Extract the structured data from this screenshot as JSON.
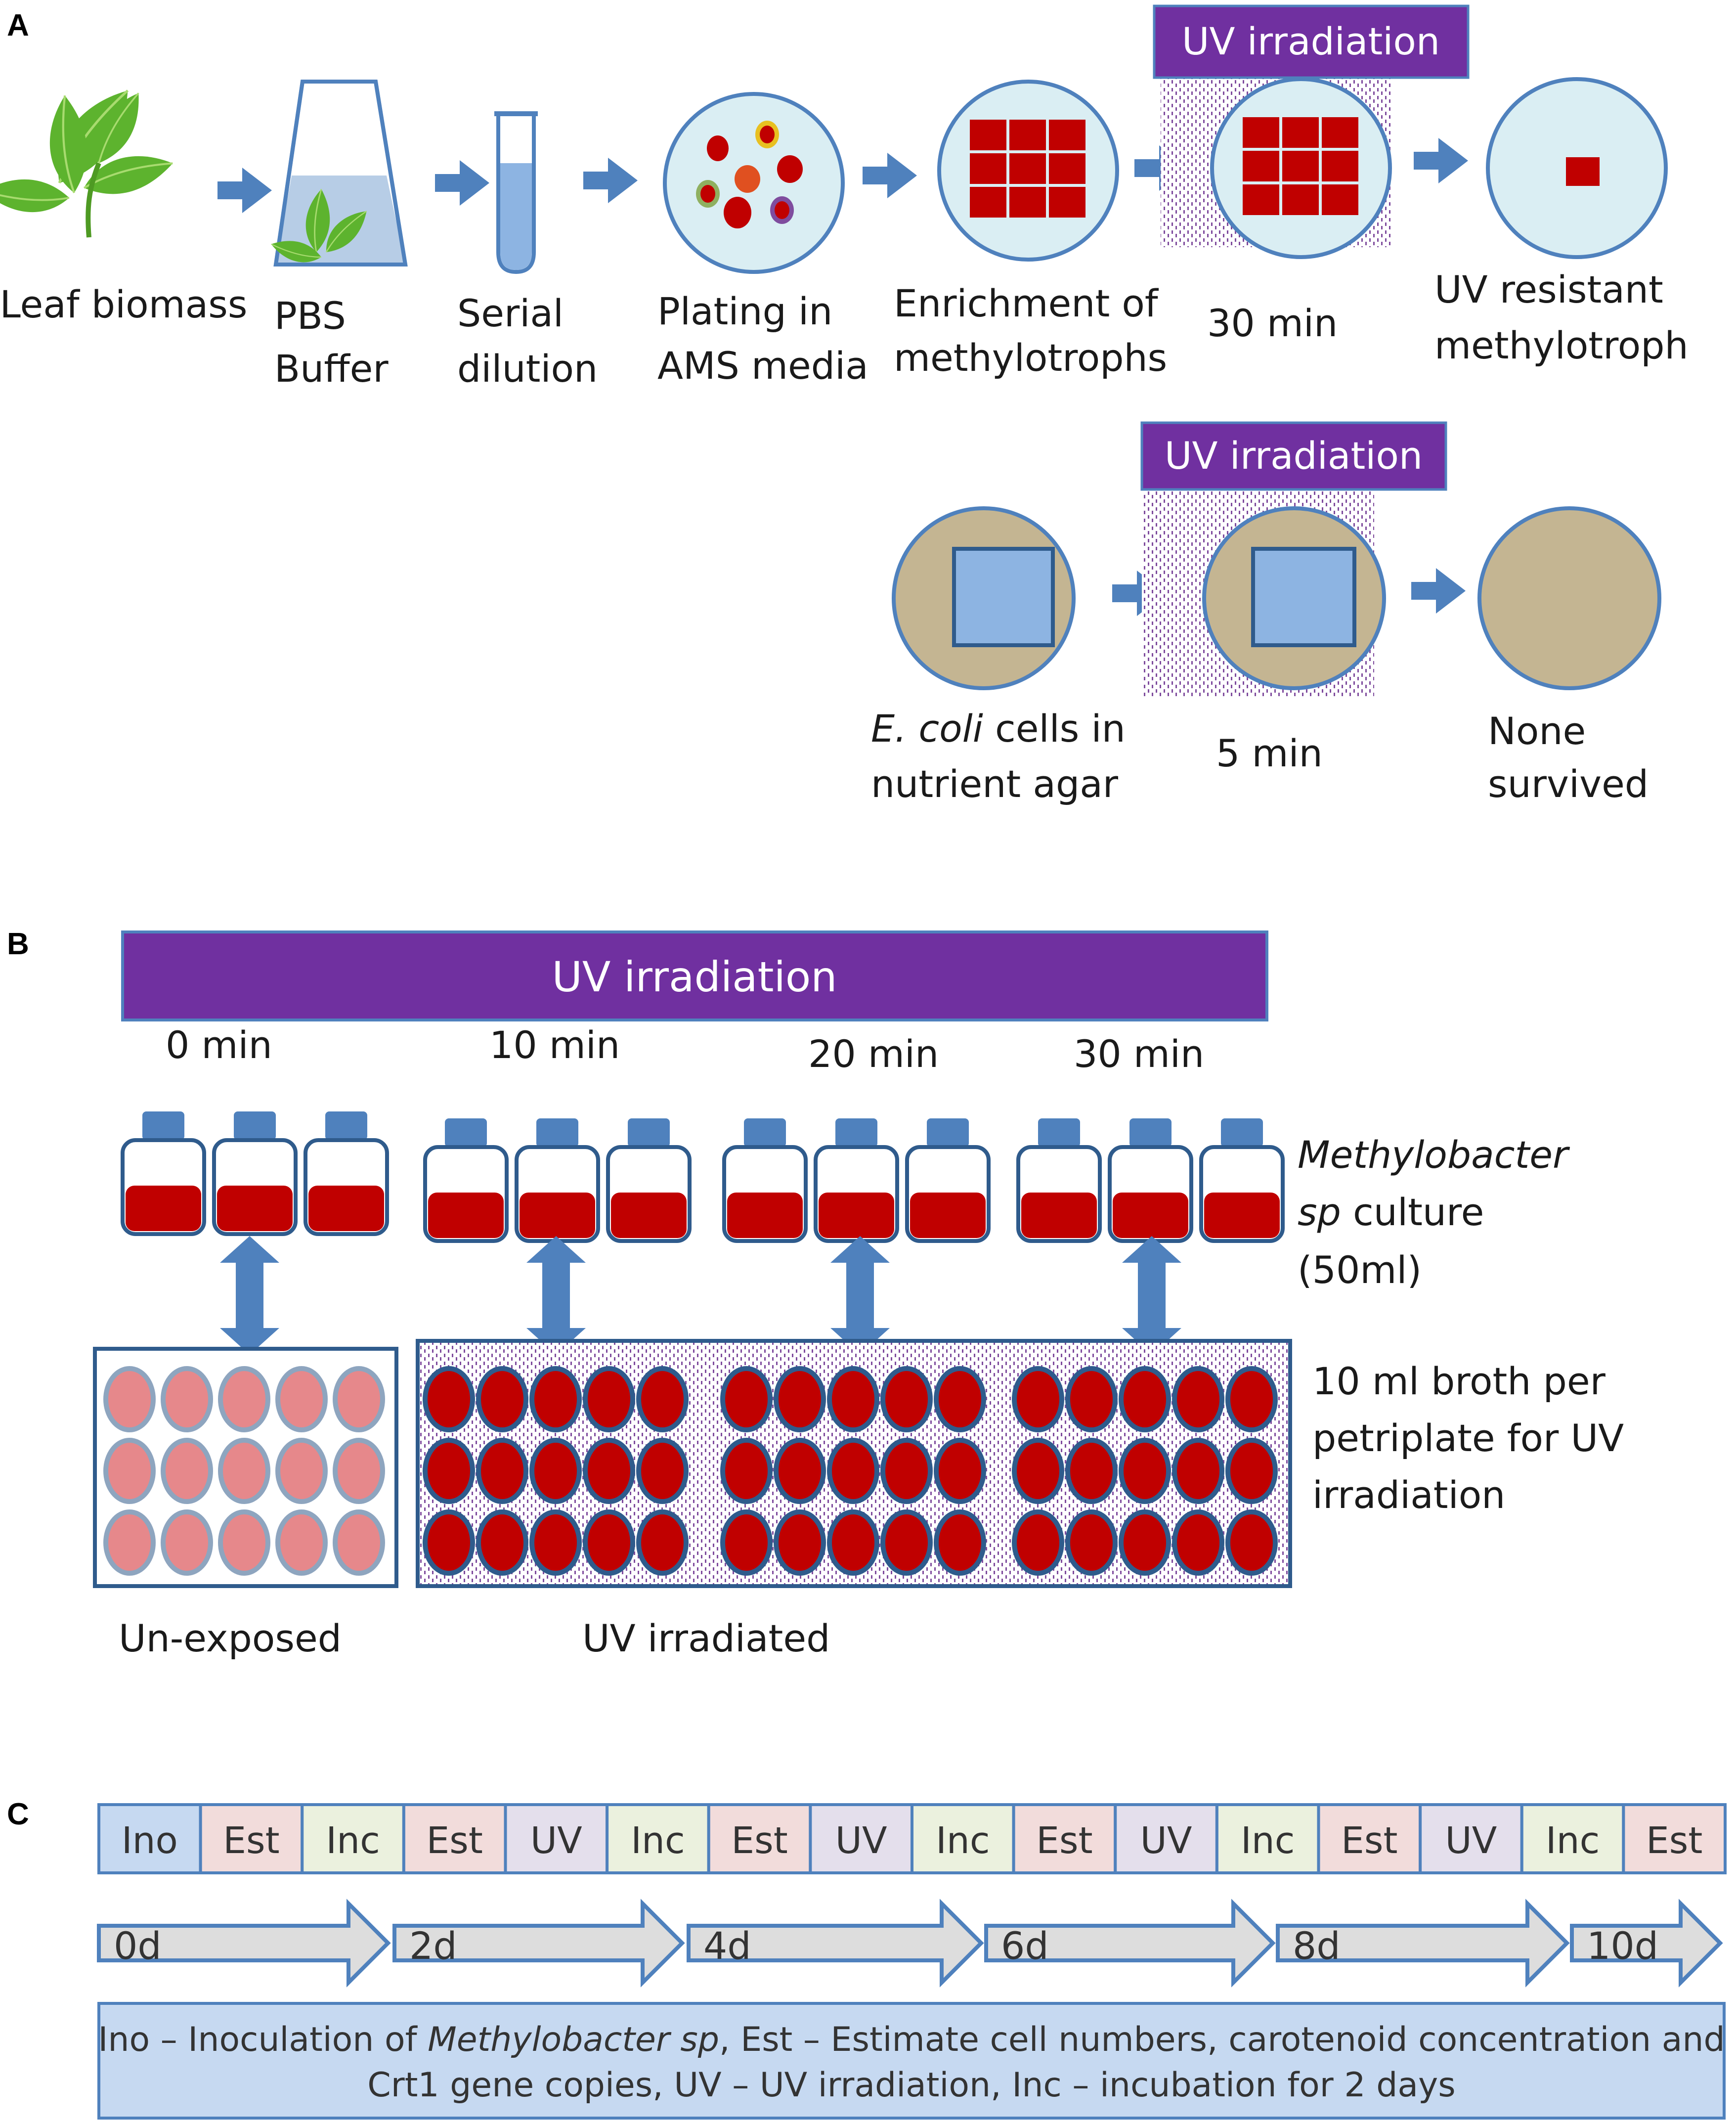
{
  "panels": {
    "a": "A",
    "b": "B",
    "c": "C"
  },
  "colors": {
    "arrow": "#4F81BD",
    "uv_bar": "#7030A0",
    "plate_light": "#DAEEF3",
    "colony_red": "#C00000",
    "agar_tan": "#C4B592",
    "ecoli_blue": "#8DB4E2",
    "unexposed_pink": "#E6888B",
    "dot_purple": "#7F4C9E"
  },
  "panel_a": {
    "uv_label": "UV irradiation",
    "row1": {
      "leaf_label": [
        "Leaf biomass"
      ],
      "pbs_label": [
        "PBS",
        "Buffer"
      ],
      "dilution_label": [
        "Serial",
        "dilution"
      ],
      "plating_label": [
        "Plating in",
        "AMS media"
      ],
      "enrichment_label": [
        "Enrichment of",
        "methylotrophs"
      ],
      "uv_time": "30 min",
      "resistant_label": [
        "UV resistant",
        "methylotroph"
      ]
    },
    "row2": {
      "ecoli_italic": "E. coli",
      "ecoli_rest": " cells in",
      "ecoli_line2": "nutrient agar",
      "uv_time": "5 min",
      "none_label": [
        "None",
        "survived"
      ]
    }
  },
  "panel_b": {
    "uv_label": "UV irradiation",
    "times": [
      "0 min",
      "10 min",
      "20 min",
      "30 min"
    ],
    "culture_italic": [
      "Methylobacter",
      "sp"
    ],
    "culture_rest": " culture",
    "culture_volume": "(50ml)",
    "broth_label": [
      "10 ml broth per",
      "petriplate for UV",
      "irradiation"
    ],
    "unexposed_label": "Un-exposed",
    "irradiated_label": "UV irradiated"
  },
  "panel_c": {
    "cells": [
      {
        "label": "Ino",
        "kind": "ino"
      },
      {
        "label": "Est",
        "kind": "est"
      },
      {
        "label": "Inc",
        "kind": "inc"
      },
      {
        "label": "Est",
        "kind": "est"
      },
      {
        "label": "UV",
        "kind": "uv"
      },
      {
        "label": "Inc",
        "kind": "inc"
      },
      {
        "label": "Est",
        "kind": "est"
      },
      {
        "label": "UV",
        "kind": "uv"
      },
      {
        "label": "Inc",
        "kind": "inc"
      },
      {
        "label": "Est",
        "kind": "est"
      },
      {
        "label": "UV",
        "kind": "uv"
      },
      {
        "label": "Inc",
        "kind": "inc"
      },
      {
        "label": "Est",
        "kind": "est"
      },
      {
        "label": "UV",
        "kind": "uv"
      },
      {
        "label": "Inc",
        "kind": "inc"
      },
      {
        "label": "Est",
        "kind": "est"
      }
    ],
    "days": [
      "0d",
      "2d",
      "4d",
      "6d",
      "8d",
      "10d"
    ],
    "legend_l1_pre": "Ino – Inoculation of ",
    "legend_l1_italic": "Methylobacter sp",
    "legend_l1_post": ", Est – Estimate cell numbers,  carotenoid concentration and",
    "legend_l2": "Crt1 gene copies, UV – UV irradiation, Inc – incubation for 2 days"
  }
}
